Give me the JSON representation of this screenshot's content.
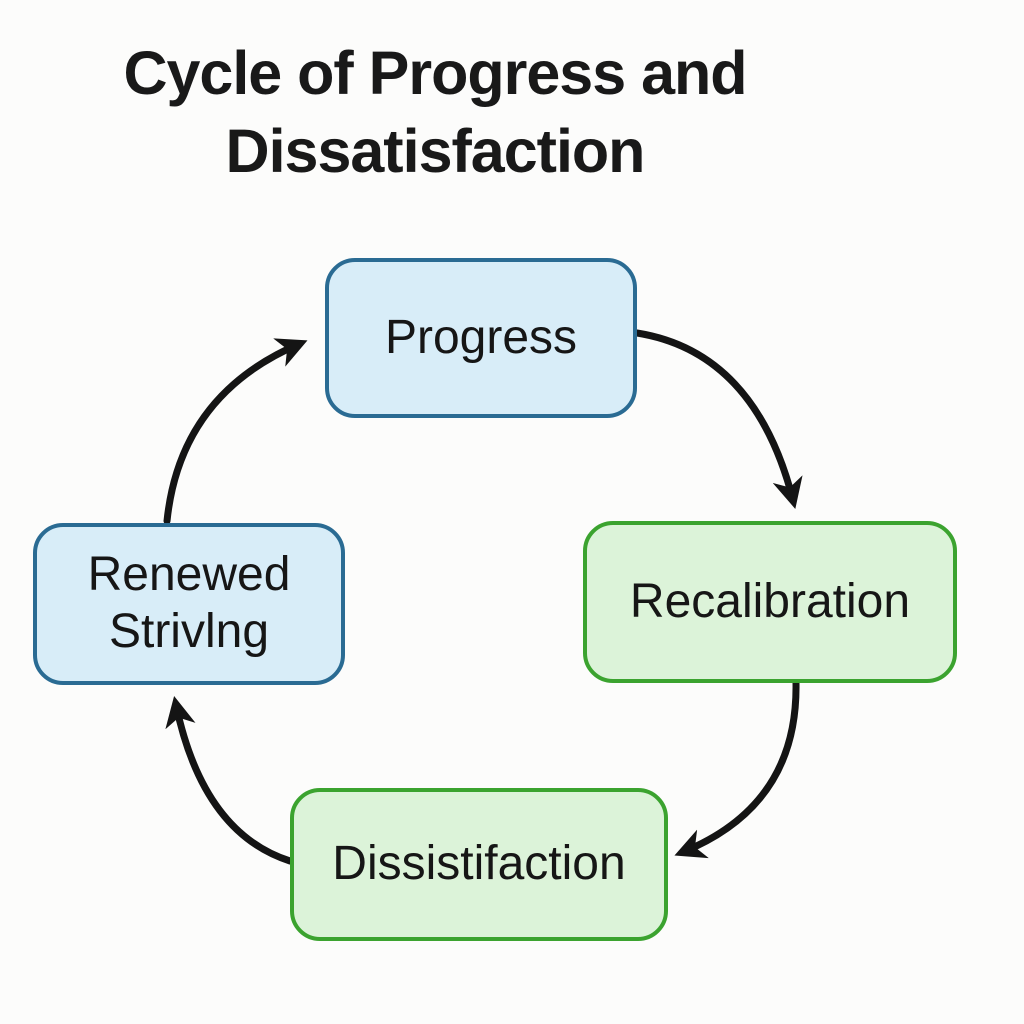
{
  "title": {
    "line1": "Cycle of Progress and",
    "line2": "Dissatisfaction"
  },
  "diagram": {
    "type": "cycle-flowchart",
    "nodes": [
      {
        "id": "progress",
        "label": "Progress",
        "position": "top",
        "fill": "#d8edf8",
        "border": "#2a6b93"
      },
      {
        "id": "recalibration",
        "label": "Recalibration",
        "position": "right",
        "fill": "#dcf3d9",
        "border": "#3ba32f"
      },
      {
        "id": "dissistifaction",
        "label": "Dissistifaction",
        "position": "bottom",
        "fill": "#dcf3d9",
        "border": "#3ba32f"
      },
      {
        "id": "renewed-striving",
        "label": "Renewed Strivlng",
        "position": "left",
        "fill": "#d8edf8",
        "border": "#2a6b93"
      }
    ],
    "edges": [
      {
        "from": "renewed-striving",
        "to": "progress"
      },
      {
        "from": "progress",
        "to": "recalibration"
      },
      {
        "from": "recalibration",
        "to": "dissistifaction"
      },
      {
        "from": "dissistifaction",
        "to": "renewed-striving"
      }
    ]
  },
  "colors": {
    "background": "#fcfcfb",
    "arrow": "#141414",
    "title_text": "#191919",
    "node_text": "#161616"
  }
}
